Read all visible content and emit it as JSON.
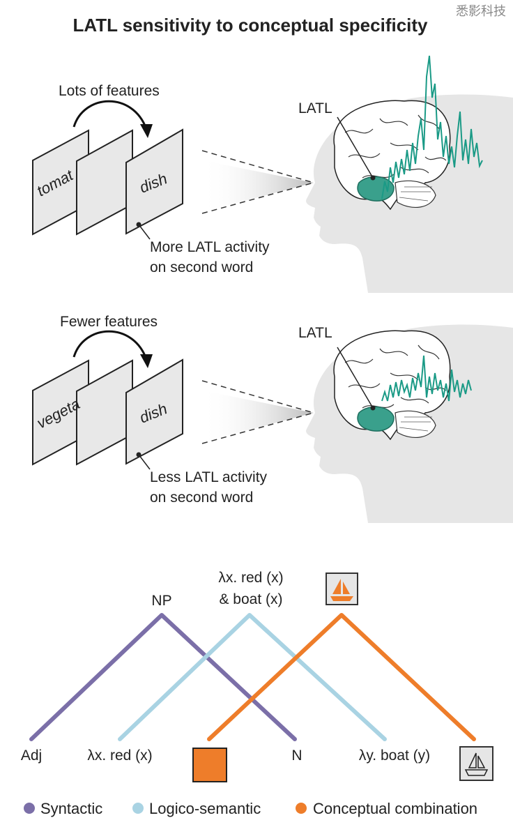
{
  "title": "LATL sensitivity to conceptual specificity",
  "colors": {
    "syntactic": "#7b6fa8",
    "logico_semantic": "#a9d3e3",
    "conceptual": "#ee7d2a",
    "signal": "#1a9a86",
    "latl_region": "#3aa08c",
    "head": "#e6e6e6",
    "card": "#e8e8e8"
  },
  "panels": [
    {
      "features_label": "Lots of features",
      "first_word": "tomat",
      "second_word": "dish",
      "activity_line1": "More LATL activity",
      "activity_line2": "on second word",
      "region_label": "LATL"
    },
    {
      "features_label": "Fewer features",
      "first_word": "vegeta",
      "second_word": "dish",
      "activity_line1": "Less LATL activity",
      "activity_line2": "on second word",
      "region_label": "LATL"
    }
  ],
  "tree": {
    "np": "NP",
    "lambda_top_line1": "λx. red (x)",
    "lambda_top_line2": "& boat (x)",
    "adj": "Adj",
    "lambda_red": "λx. red (x)",
    "n": "N",
    "lambda_boat": "λy. boat (y)",
    "icons": [
      "orange-square-icon",
      "boat-icon",
      "orange-boat-icon"
    ]
  },
  "legend": [
    {
      "label": "Syntactic"
    },
    {
      "label": "Logico-semantic"
    },
    {
      "label": "Conceptual combination"
    }
  ],
  "watermark": "悉影科技"
}
